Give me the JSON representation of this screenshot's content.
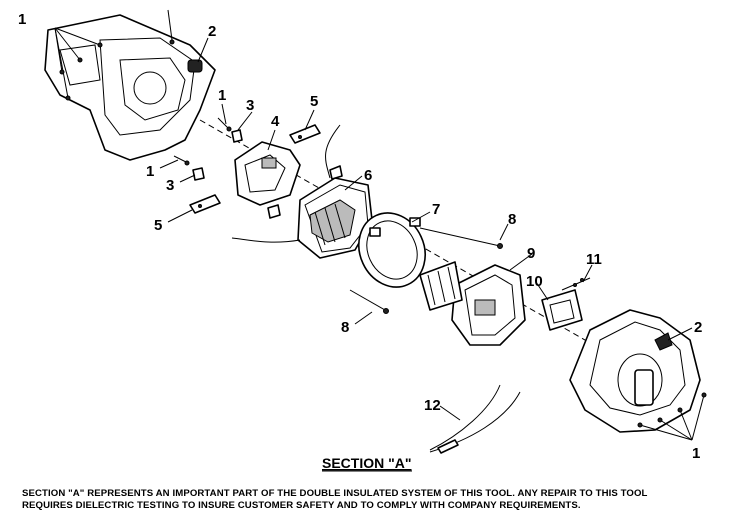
{
  "callouts": {
    "c1_top": "1",
    "c2_top": "2",
    "c1_mid": "1",
    "c3_mid": "3",
    "c4": "4",
    "c5_top": "5",
    "c1_left": "1",
    "c3_left": "3",
    "c5_left": "5",
    "c6": "6",
    "c7": "7",
    "c8_right": "8",
    "c9": "9",
    "c10": "10",
    "c11": "11",
    "c8_left": "8",
    "c2_right": "2",
    "c12": "12",
    "c1_bottom": "1"
  },
  "section_title": "SECTION \"A\"",
  "notice": {
    "line1": "SECTION \"A\" REPRESENTS AN IMPORTANT PART OF THE DOUBLE INSULATED SYSTEM OF THIS TOOL.   ANY REPAIR TO THIS TOOL",
    "line2": "REQUIRES DIELECTRIC TESTING TO INSURE CUSTOMER SAFETY AND TO COMPLY WITH COMPANY REQUIREMENTS."
  }
}
